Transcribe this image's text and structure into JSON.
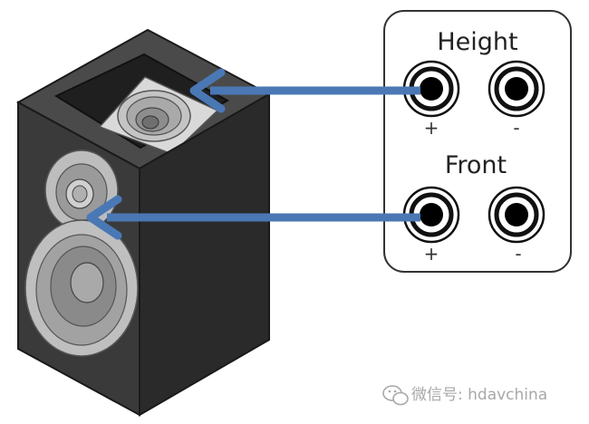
{
  "terminal_panel": {
    "groups": [
      {
        "label": "Height",
        "plus": "+",
        "minus": "-"
      },
      {
        "label": "Front",
        "plus": "+",
        "minus": "-"
      }
    ]
  },
  "watermark": {
    "text": "微信号: hdavchina",
    "icon": "wechat-icon"
  },
  "colors": {
    "arrow": "#4a78b5",
    "cabinet_front": "#3a3a3a",
    "cabinet_side": "#2a2a2a",
    "cabinet_top": "#4a4a4a",
    "jack_ring": "#111111",
    "panel_border": "#333333"
  }
}
